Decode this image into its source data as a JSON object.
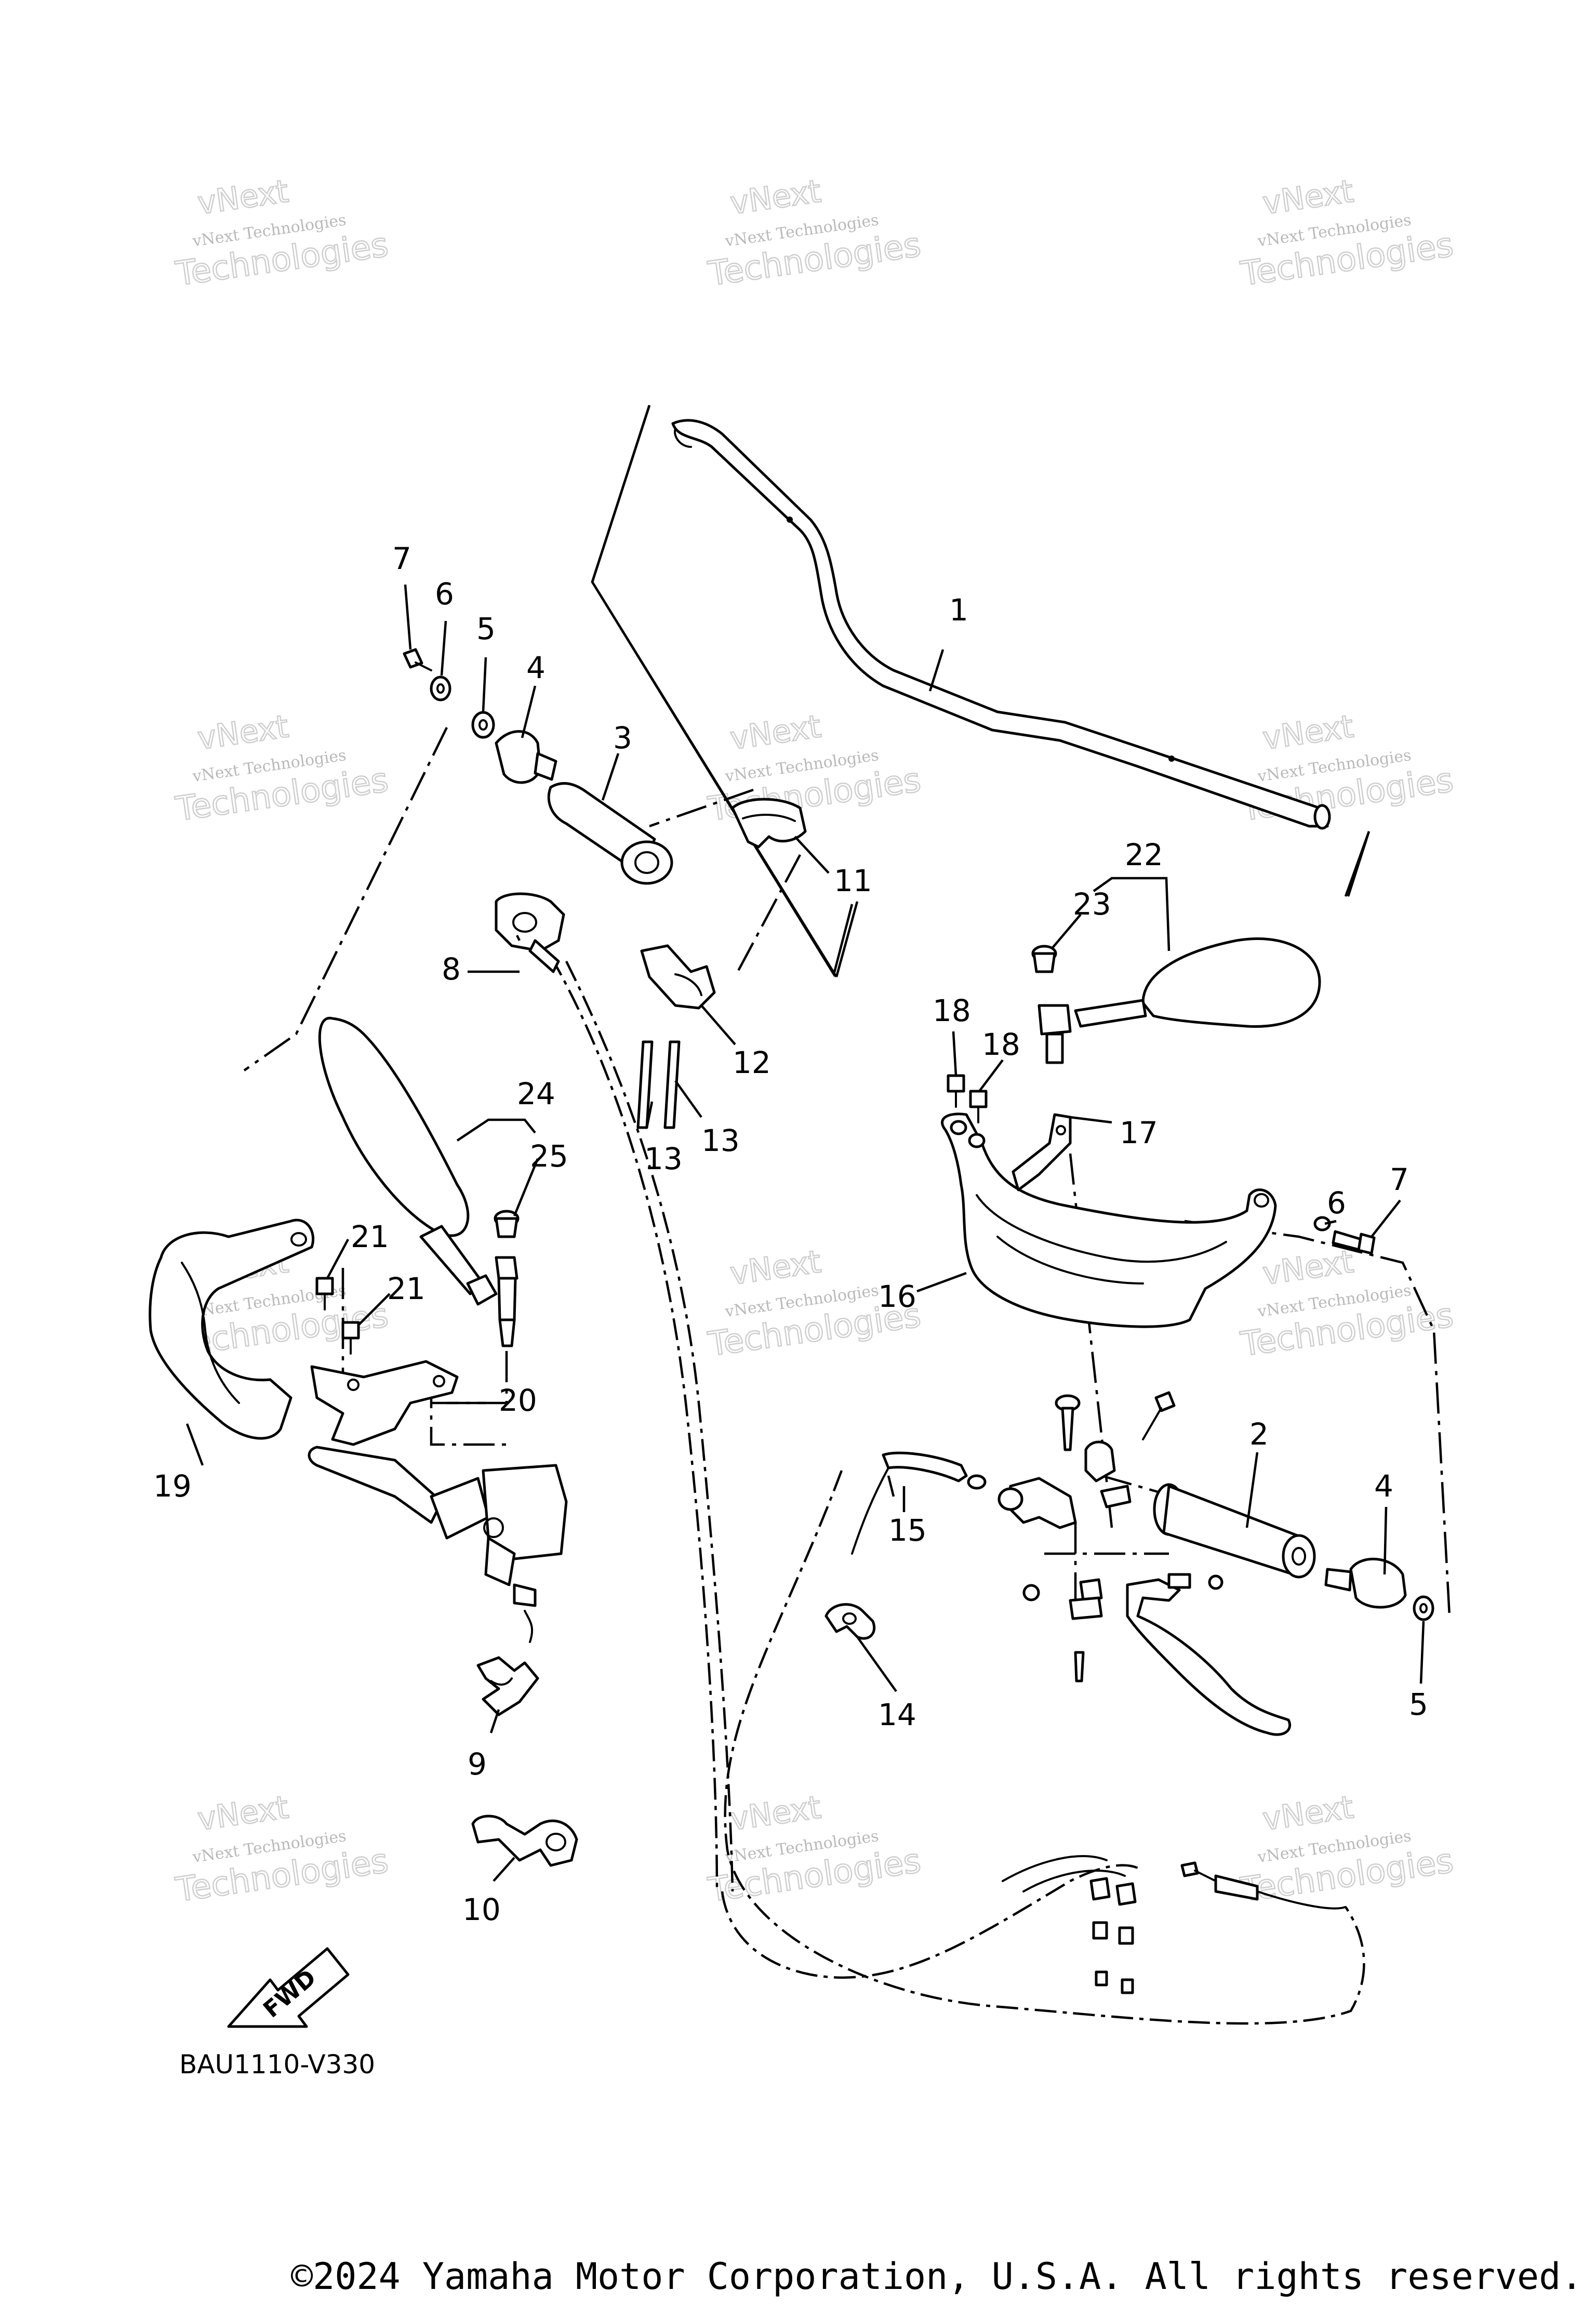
{
  "watermark": {
    "brand": "vNext",
    "line1": "vNext Technologies",
    "line2": "Technologies"
  },
  "callouts": {
    "c1": "1",
    "c2": "2",
    "c3": "3",
    "c4a": "4",
    "c4b": "4",
    "c5a": "5",
    "c5b": "5",
    "c6a": "6",
    "c6b": "6",
    "c7a": "7",
    "c7b": "7",
    "c8": "8",
    "c9": "9",
    "c10": "10",
    "c11": "11",
    "c12": "12",
    "c13a": "13",
    "c13b": "13",
    "c14": "14",
    "c15": "15",
    "c16": "16",
    "c17": "17",
    "c18a": "18",
    "c18b": "18",
    "c19": "19",
    "c20": "20",
    "c21a": "21",
    "c21b": "21",
    "c22": "22",
    "c23": "23",
    "c24": "24",
    "c25": "25"
  },
  "fwd_label": "FWD",
  "model_code": "BAU1110-V330",
  "copyright": "©2024 Yamaha Motor Corporation, U.S.A. All rights reserved."
}
